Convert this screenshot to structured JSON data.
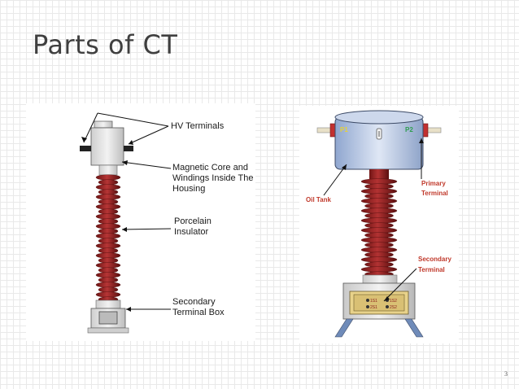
{
  "slide": {
    "title": "Parts of CT",
    "page_number": "3"
  },
  "left_diagram": {
    "labels": {
      "hv_terminals": "HV Terminals",
      "magnetic_core_1": "Magnetic Core and",
      "magnetic_core_2": "Windings Inside The",
      "magnetic_core_3": "Housing",
      "porcelain_1": "Porcelain",
      "porcelain_2": "Insulator",
      "secondary_1": "Secondary",
      "secondary_2": "Terminal Box"
    }
  },
  "right_diagram": {
    "labels": {
      "p1": "P1",
      "p2": "P2",
      "oil_tank": "Oil Tank",
      "primary_1": "Primary",
      "primary_2": "Terminal",
      "secondary_1": "Secondary",
      "secondary_2": "Terminal",
      "term_1s1": "1S1",
      "term_1s2": "1S2",
      "term_2s1": "2S1",
      "term_2s2": "2S2"
    }
  },
  "colors": {
    "insulator_red": "#a52a2a",
    "insulator_dark": "#6e1414",
    "tank_blue": "#b8c8e6",
    "label_red": "#c0392b",
    "terminal_yellow": "#e8d28a"
  }
}
